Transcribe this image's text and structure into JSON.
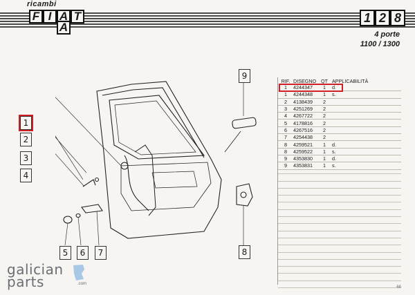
{
  "header": {
    "ricambi": "ricambi",
    "brand_letters": [
      "F",
      "I",
      "A",
      "T",
      "A"
    ],
    "model_digits": [
      "1",
      "2",
      "8"
    ],
    "doors": "4 porte",
    "engines": "1100 / 1300"
  },
  "callouts": [
    "1",
    "2",
    "3",
    "4",
    "5",
    "6",
    "7",
    "8",
    "9"
  ],
  "parts_table": {
    "headers": {
      "rif": "RIF.",
      "disegno": "DISEGNO",
      "qt": "QT",
      "applicabilita": "APPLICABILITÀ"
    },
    "rows": [
      {
        "rif": "1",
        "disegno": "4244347",
        "qt": "1",
        "app": "d."
      },
      {
        "rif": "1",
        "disegno": "4244348",
        "qt": "1",
        "app": "s."
      },
      {
        "rif": "2",
        "disegno": "4138439",
        "qt": "2",
        "app": ""
      },
      {
        "rif": "3",
        "disegno": "4251269",
        "qt": "2",
        "app": ""
      },
      {
        "rif": "4",
        "disegno": "4267722",
        "qt": "2",
        "app": ""
      },
      {
        "rif": "5",
        "disegno": "4178816",
        "qt": "2",
        "app": ""
      },
      {
        "rif": "6",
        "disegno": "4267516",
        "qt": "2",
        "app": ""
      },
      {
        "rif": "7",
        "disegno": "4254438",
        "qt": "2",
        "app": ""
      },
      {
        "rif": "8",
        "disegno": "4259521",
        "qt": "1",
        "app": "d."
      },
      {
        "rif": "8",
        "disegno": "4259522",
        "qt": "1",
        "app": "s."
      },
      {
        "rif": "9",
        "disegno": "4353830",
        "qt": "1",
        "app": "d."
      },
      {
        "rif": "9",
        "disegno": "4353831",
        "qt": "1",
        "app": "s."
      }
    ]
  },
  "footer": {
    "page_number": "66"
  },
  "logo": {
    "line1": "galician",
    "line2": "parts",
    "suffix": ".com"
  },
  "colors": {
    "highlight": "#d01e26",
    "logo": "#6b6e74"
  }
}
